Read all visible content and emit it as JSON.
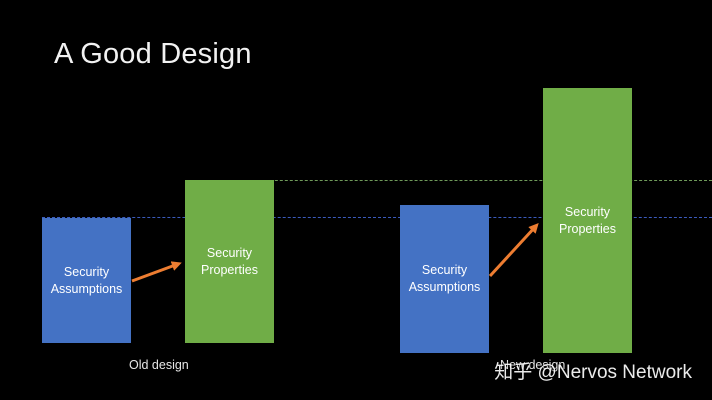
{
  "title": "A Good Design",
  "colors": {
    "background": "#000000",
    "assumptions_fill": "#4472c4",
    "properties_fill": "#70ad47",
    "arrow": "#ed7d31",
    "dashed_line_blue": "#3b5bbd",
    "dashed_line_green": "#6f9a5a"
  },
  "old_design": {
    "caption": "Old design",
    "assumptions_label": "Security\nAssumptions",
    "properties_label": "Security\nProperties"
  },
  "new_design": {
    "caption": "New design",
    "assumptions_label": "Security\nAssumptions",
    "properties_label": "Security\nProperties"
  },
  "watermark": "知乎 @Nervos Network"
}
